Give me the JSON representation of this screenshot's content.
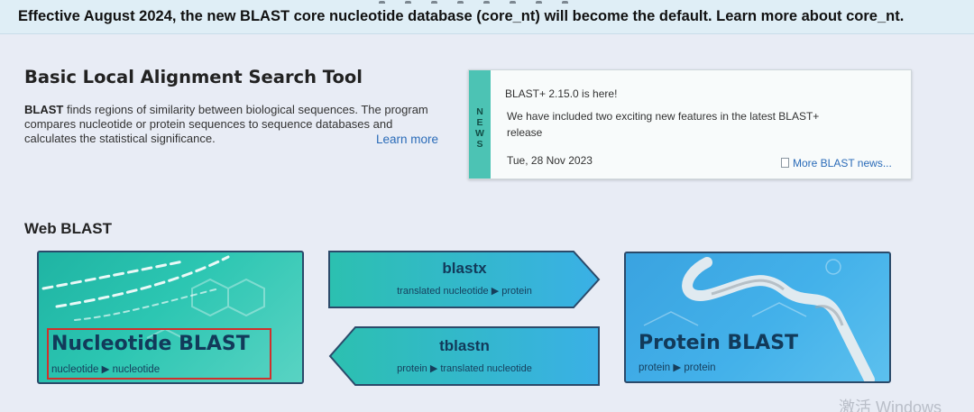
{
  "banner": {
    "text": "Effective August 2024, the new BLAST core nucleotide database  (core_nt) will become the default. ",
    "link": "Learn more about  core_nt."
  },
  "intro": {
    "title": "Basic Local Alignment Search Tool",
    "desc_bold": "BLAST",
    "desc_rest": " finds regions of similarity between biological sequences. The program compares nucleotide or protein sequences to sequence databases and calculates the statistical significance.",
    "learn_more": "Learn more"
  },
  "news": {
    "letters": [
      "N",
      "E",
      "W",
      "S"
    ],
    "headline": "BLAST+ 2.15.0 is here!",
    "body": "We have included two exciting new features in the latest BLAST+ release",
    "date": "Tue, 28 Nov 2023",
    "more": "More BLAST news..."
  },
  "web_blast": {
    "title": "Web BLAST",
    "nucleotide": {
      "title": "Nucleotide BLAST",
      "subtitle": "nucleotide ▶ nucleotide"
    },
    "blastx": {
      "title": "blastx",
      "subtitle": "translated nucleotide ▶ protein"
    },
    "tblastn": {
      "title": "tblastn",
      "subtitle": "protein ▶ translated nucleotide"
    },
    "protein": {
      "title": "Protein BLAST",
      "subtitle": "protein ▶ protein"
    }
  },
  "watermark": "激活 Windows",
  "colors": {
    "teal": "#2cc6b2",
    "blue": "#43b1ea",
    "link": "#2a6bb8",
    "highlight_box": "#d0302c",
    "card_border": "#2b4a6a"
  }
}
